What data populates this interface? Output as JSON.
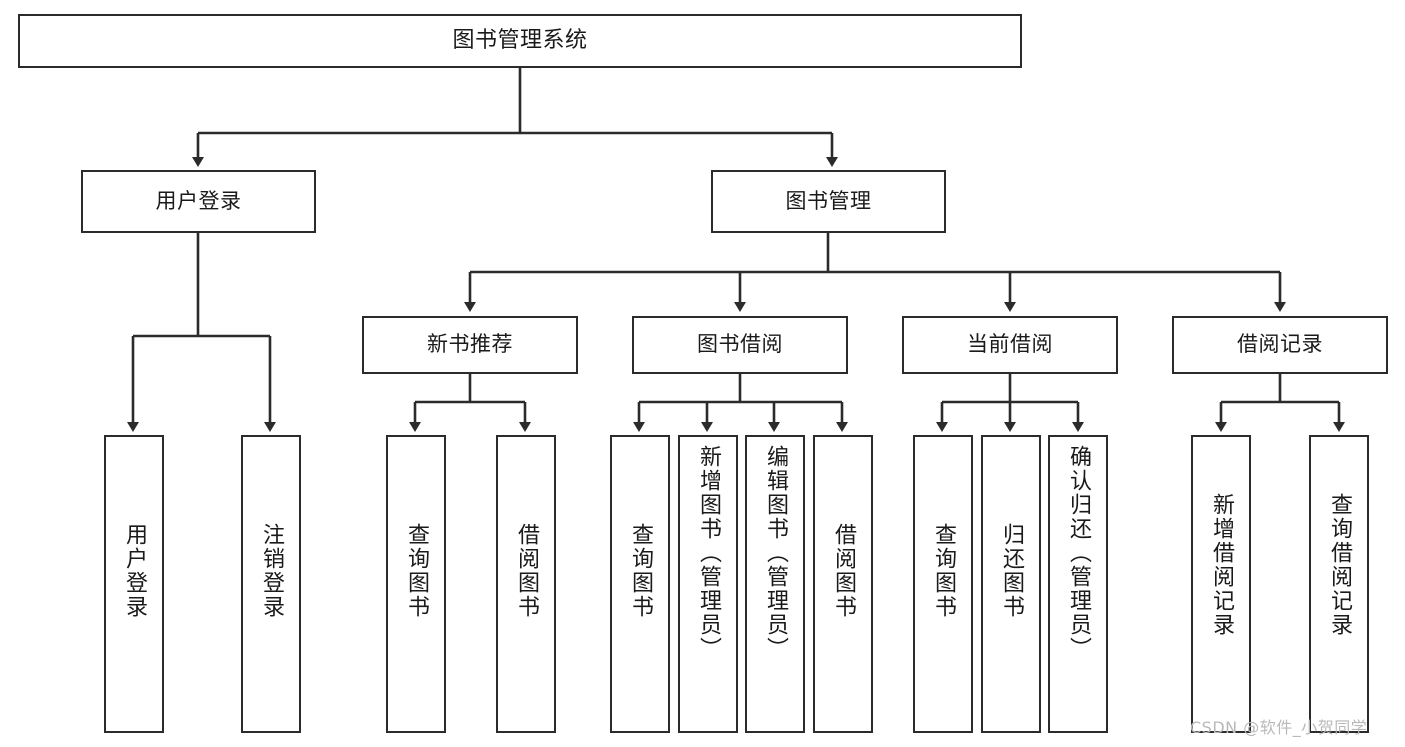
{
  "diagram": {
    "title": "图书管理系统",
    "type": "tree-hierarchy",
    "watermark": "CSDN @软件_小贺同学",
    "stroke_color": "#2b2b2b",
    "fill_color": "#ffffff",
    "text_color": "#1a1a1a"
  },
  "root": {
    "label": "图书管理系统"
  },
  "level2": [
    {
      "label": "用户登录"
    },
    {
      "label": "图书管理"
    }
  ],
  "level3": [
    {
      "label": "新书推荐"
    },
    {
      "label": "图书借阅"
    },
    {
      "label": "当前借阅"
    },
    {
      "label": "借阅记录"
    }
  ],
  "leaves": {
    "user_login": [
      {
        "label": "用户登录"
      },
      {
        "label": "注销登录"
      }
    ],
    "new_book_recommend": [
      {
        "label": "查询图书"
      },
      {
        "label": "借阅图书"
      }
    ],
    "book_borrow": [
      {
        "label": "查询图书"
      },
      {
        "label": "新增图书（管理员）"
      },
      {
        "label": "编辑图书（管理员）"
      },
      {
        "label": "借阅图书"
      }
    ],
    "current_borrow": [
      {
        "label": "查询图书"
      },
      {
        "label": "归还图书"
      },
      {
        "label": "确认归还（管理员）"
      }
    ],
    "borrow_record": [
      {
        "label": "新增借阅记录"
      },
      {
        "label": "查询借阅记录"
      }
    ]
  }
}
